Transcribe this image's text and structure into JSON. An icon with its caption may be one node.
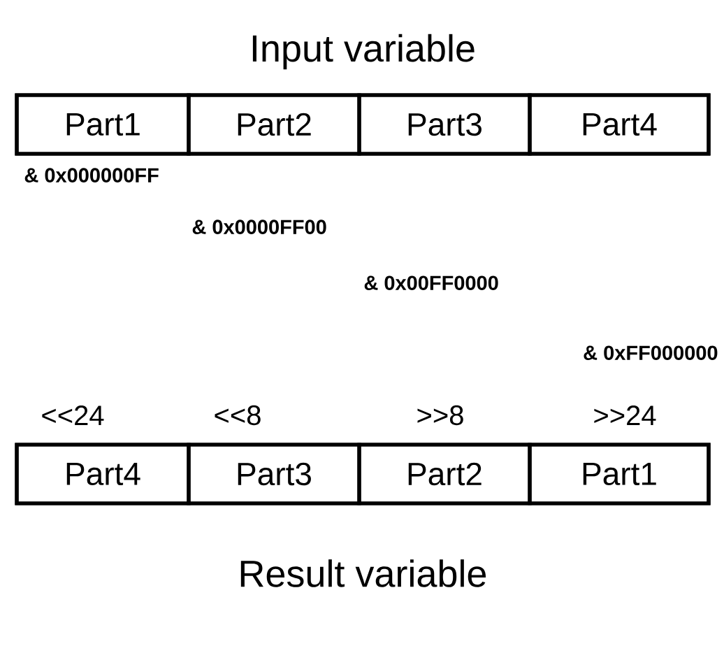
{
  "diagram": {
    "nodes": [
      {
        "text": [
          "Input variable"
        ]
      },
      {
        "text": [
          "Part1"
        ],
        "in": 0
      },
      {
        "text": [
          "Part2"
        ],
        "in": 0
      },
      {
        "text": [
          "Part3"
        ],
        "in": 0
      },
      {
        "text": [
          "Part4"
        ],
        "in": 0
      },
      {
        "text": [
          "Result variable"
        ]
      },
      {
        "text": [
          "Part4"
        ],
        "in": 5
      },
      {
        "text": [
          "Part3"
        ],
        "in": 5
      },
      {
        "text": [
          "Part2"
        ],
        "in": 5
      },
      {
        "text": [
          "Part1"
        ],
        "in": 5
      }
    ],
    "labels": [
      "& 0x000000FF",
      "& 0x0000FF00",
      "& 0x00FF0000",
      "& 0xFF000000",
      "<<24",
      "<<8",
      ">>8",
      ">>24"
    ]
  }
}
